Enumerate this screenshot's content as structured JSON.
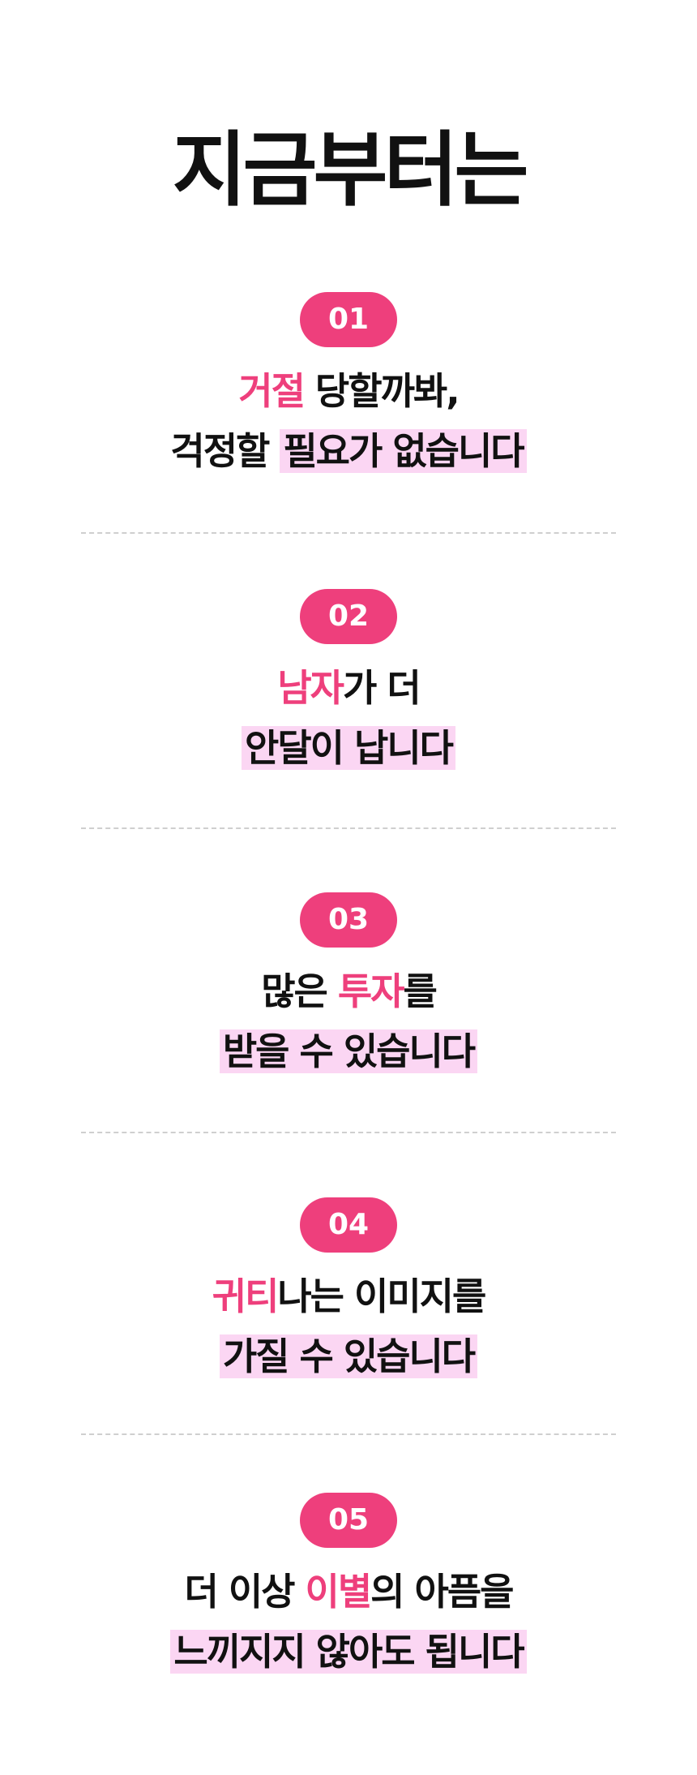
{
  "title": "지금부터는",
  "colors": {
    "accent": "#ee3f7c",
    "highlight": "#fbd6f3",
    "text": "#111111",
    "divider": "#cfcfcf"
  },
  "items": [
    {
      "number": "01",
      "line1": {
        "accent": "거절",
        "rest": " 당할까봐,"
      },
      "line2": {
        "plain": "걱정할 ",
        "highlight": "필요가 없습니다"
      }
    },
    {
      "number": "02",
      "line1": {
        "accent": "남자",
        "rest": "가 더"
      },
      "line2": {
        "highlight": "안달이 납니다"
      }
    },
    {
      "number": "03",
      "line1": {
        "pre": "많은 ",
        "accent": "투자",
        "rest": "를"
      },
      "line2": {
        "highlight": "받을 수 있습니다"
      }
    },
    {
      "number": "04",
      "line1": {
        "accent": "귀티",
        "rest": "나는 이미지를"
      },
      "line2": {
        "highlight": "가질 수 있습니다"
      }
    },
    {
      "number": "05",
      "line1": {
        "pre": "더 이상 ",
        "accent": "이별",
        "rest": "의 아픔을"
      },
      "line2": {
        "highlight": "느끼지지 않아도 됩니다"
      }
    }
  ]
}
